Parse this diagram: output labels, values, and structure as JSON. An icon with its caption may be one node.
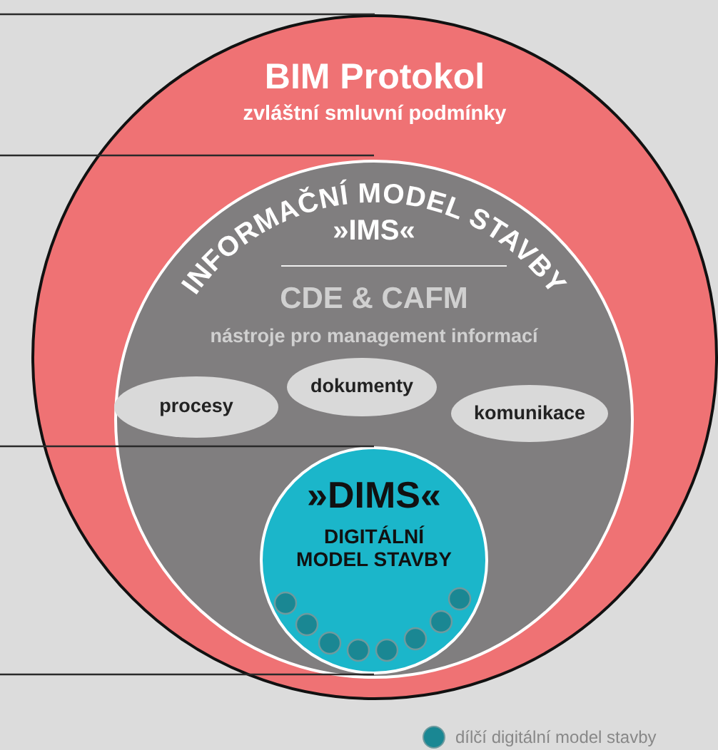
{
  "diagram": {
    "nodes": [
      {
        "text": [
          "BIM Protokol",
          "zvláštní smluvní podmínky"
        ]
      },
      {
        "text": [
          "INFORMAČNÍ MODEL STAVBY",
          "»IMS«",
          "CDE & CAFM",
          "nástroje pro management informací"
        ],
        "in": 0
      },
      {
        "text": [
          "procesy"
        ],
        "in": 1
      },
      {
        "text": [
          "dokumenty"
        ],
        "in": 1
      },
      {
        "text": [
          "komunikace"
        ],
        "in": 1
      },
      {
        "text": [
          "»DIMS«",
          "DIGITÁLNÍ MODEL STAVBY"
        ],
        "in": 1
      }
    ],
    "edges": [
      {
        "from": null,
        "to": 0,
        "arrow": "none"
      },
      {
        "from": null,
        "to": 1,
        "arrow": "none"
      },
      {
        "from": null,
        "to": 5,
        "arrow": "none"
      },
      {
        "from": null,
        "to": 5,
        "arrow": "none"
      }
    ],
    "legend": [
      {
        "text": "dílčí digitální model stavby",
        "color": "#1a8793"
      }
    ]
  }
}
